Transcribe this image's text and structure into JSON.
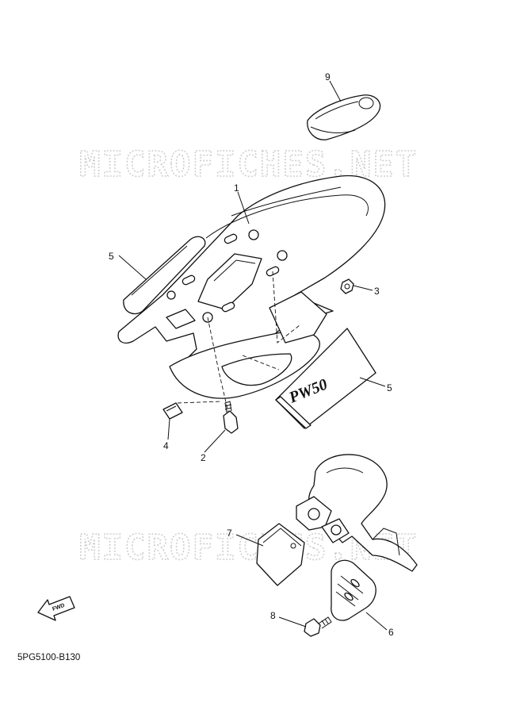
{
  "watermark": "MICROFICHES.NET",
  "decal_text": "PW50",
  "fwd_label": "FWD",
  "diagram_code": "5PG5100-B130",
  "callouts": {
    "c1": "1",
    "c2": "2",
    "c3": "3",
    "c4": "4",
    "c5a": "5",
    "c5b": "5",
    "c6": "6",
    "c7": "7",
    "c8": "8",
    "c9": "9"
  }
}
